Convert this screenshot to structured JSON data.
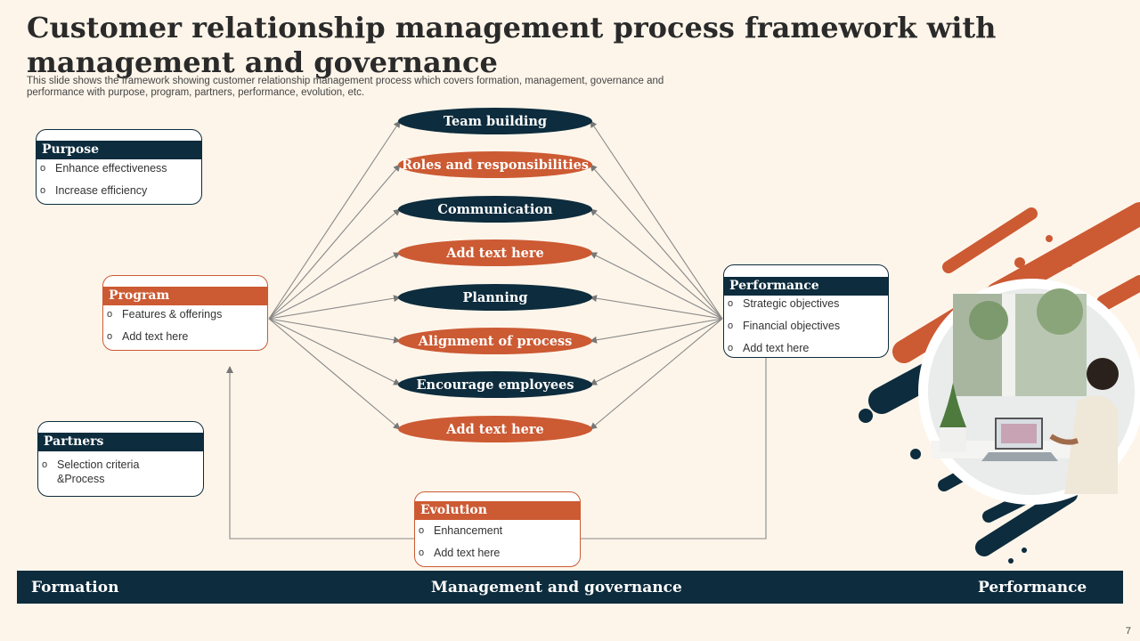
{
  "header": {
    "title": "Customer relationship management process framework with management and governance",
    "subtitle": "This slide shows the framework showing customer relationship management process which covers formation, management, governance and performance with purpose, program, partners, performance, evolution, etc."
  },
  "ovals": [
    {
      "label": "Team building",
      "color": "dark"
    },
    {
      "label": "Roles and responsibilities",
      "color": "orange"
    },
    {
      "label": "Communication",
      "color": "dark"
    },
    {
      "label": "Add text here",
      "color": "orange"
    },
    {
      "label": "Planning",
      "color": "dark"
    },
    {
      "label": "Alignment of process",
      "color": "orange"
    },
    {
      "label": "Encourage employees",
      "color": "dark"
    },
    {
      "label": "Add text here",
      "color": "orange"
    }
  ],
  "cards": {
    "purpose": {
      "title": "Purpose",
      "items": [
        "Enhance effectiveness",
        "Increase efficiency"
      ]
    },
    "program": {
      "title": "Program",
      "items": [
        "Features & offerings",
        "Add text here"
      ]
    },
    "partners": {
      "title": "Partners",
      "items": [
        "Selection criteria &Process"
      ]
    },
    "performance": {
      "title": "Performance",
      "items": [
        "Strategic objectives",
        "Financial objectives",
        "Add text here"
      ]
    },
    "evolution": {
      "title": "Evolution",
      "items": [
        "Enhancement",
        "Add text here"
      ]
    }
  },
  "bullet_glyph": "o",
  "footer": {
    "formation": "Formation",
    "management": "Management and governance",
    "performance": "Performance"
  },
  "page_number": "7",
  "colors": {
    "dark": "#0d2c3d",
    "orange": "#cc5a33",
    "background": "#fdf5ea"
  }
}
